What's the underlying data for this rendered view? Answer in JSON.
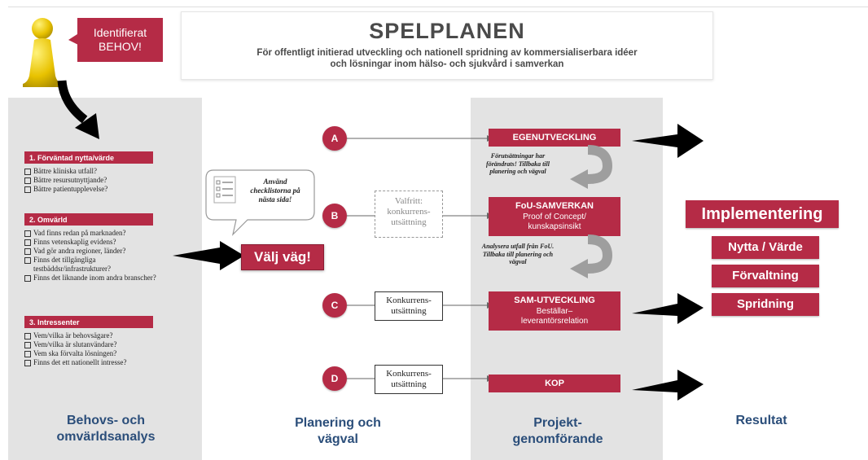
{
  "header": {
    "title": "SPELPLANEN",
    "subtitle": "För offentligt initierad utveckling och nationell spridning av kommersialiserbara idéer och lösningar inom hälso- och sjukvård i samverkan",
    "badge": "Identifierat BEHOV!"
  },
  "analysis": {
    "sections": [
      {
        "title": "1. Förväntad nytta/värde",
        "items": [
          "Bättre kliniska utfall?",
          "Bättre resursutnyttjande?",
          "Bättre patientupplevelse?"
        ]
      },
      {
        "title": "2. Omvärld",
        "items": [
          "Vad finns redan på marknaden?",
          "Finns vetenskaplig evidens?",
          "Vad gör andra regioner, länder?",
          "Finns det tillgängliga testbäddsr/infrastrukturer?",
          "Finns det liknande inom andra branscher?"
        ]
      },
      {
        "title": "3. Intressenter",
        "items": [
          "Vem/vilka är behovsägare?",
          "Vem/vilka är slutanvändare?",
          "Vem ska förvalta lösningen?",
          "Finns det ett nationellt intresse?"
        ]
      }
    ]
  },
  "planning": {
    "bubble_text": "Använd checklistorna på nästa sida!",
    "choose_path": "Välj väg!",
    "routes": [
      {
        "letter": "A",
        "procurement": "",
        "stage_title": "EGENUTVECKLING",
        "stage_sub": ""
      },
      {
        "letter": "B",
        "procurement": "Valfritt: konkurrens-utsättning",
        "stage_title": "FoU-SAMVERKAN",
        "stage_sub": "Proof of Concept/ kunskapsinsikt"
      },
      {
        "letter": "C",
        "procurement": "Konkurrens-utsättning",
        "stage_title": "SAM-UTVECKLING",
        "stage_sub": "Beställar–leverantörsrelation"
      },
      {
        "letter": "D",
        "procurement": "Konkurrens-utsättning",
        "stage_title": "KOP",
        "stage_sub": ""
      }
    ],
    "feedback_1": "Förutsättningar har förändrats! Tillbaka till planering och vägval",
    "feedback_2": "Analysera utfall från FoU. Tillbaka till planering och vägval"
  },
  "results": {
    "implementation": "Implementering",
    "items": [
      "Nytta / Värde",
      "Förvaltning",
      "Spridning"
    ]
  },
  "columns": {
    "analysis": "Behovs- och omvärldsanalys",
    "planning": "Planering och vägval",
    "execution": "Projekt-genomförande",
    "result": "Resultat"
  },
  "colors": {
    "accent": "#b52b46",
    "panel": "#e3e3e3",
    "label": "#2b4e7a"
  }
}
